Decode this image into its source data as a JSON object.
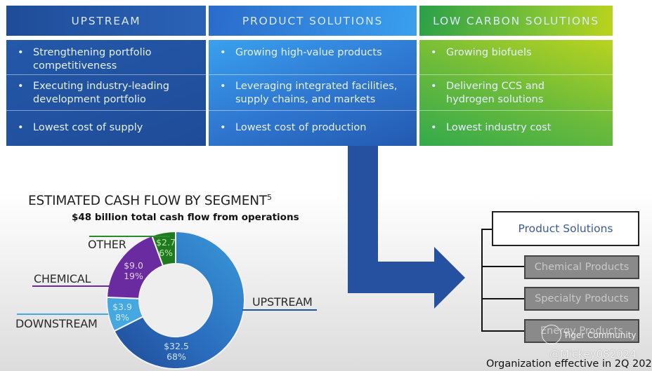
{
  "pillars": [
    {
      "header": "UPSTREAM",
      "bullets": [
        "Strengthening portfolio competitiveness",
        "Executing industry-leading development portfolio",
        "Lowest cost of supply"
      ]
    },
    {
      "header": "PRODUCT SOLUTIONS",
      "bullets": [
        "Growing high-value products",
        "Leveraging integrated facilities, supply chains, and markets",
        "Lowest cost of production"
      ]
    },
    {
      "header": "LOW CARBON SOLUTIONS",
      "bullets": [
        "Growing biofuels",
        "Delivering CCS and hydrogen solutions",
        "Lowest industry cost"
      ]
    }
  ],
  "bullet_glyph": "•",
  "colors": {
    "upstream": "#3a9ad9",
    "upstream_dark": "#21529f",
    "downstream": "#45a8e0",
    "chemical": "#6a2aa0",
    "other": "#1f7a1f",
    "arrow": "#2650a0"
  },
  "chart_data": {
    "type": "pie",
    "subtype": "donut",
    "title": "ESTIMATED CASH FLOW BY SEGMENT",
    "title_footnote": "5",
    "subtitle": "$48 billion total cash flow from operations",
    "unit": "$ billion",
    "slices": [
      {
        "name": "UPSTREAM",
        "value": 32.5,
        "value_label": "$32.5",
        "percent": 68,
        "percent_label": "68%",
        "color": "#2f7fcf"
      },
      {
        "name": "DOWNSTREAM",
        "value": 3.9,
        "value_label": "$3.9",
        "percent": 8,
        "percent_label": "8%",
        "color": "#45a8e0"
      },
      {
        "name": "CHEMICAL",
        "value": 9.0,
        "value_label": "$9.0",
        "percent": 19,
        "percent_label": "19%",
        "color": "#6a2aa0"
      },
      {
        "name": "OTHER",
        "value": 2.7,
        "value_label": "$2.7",
        "percent": 6,
        "percent_label": "6%",
        "color": "#1f7a1f"
      }
    ],
    "legend": "leader-line labels"
  },
  "org_chart": {
    "parent": "Product Solutions",
    "children": [
      "Chemical Products",
      "Specialty Products",
      "Energy Products"
    ],
    "footer": "Organization effective in 2Q 202"
  },
  "watermark": {
    "brand": "Tiger Community",
    "handle": "@Mickey082024"
  }
}
